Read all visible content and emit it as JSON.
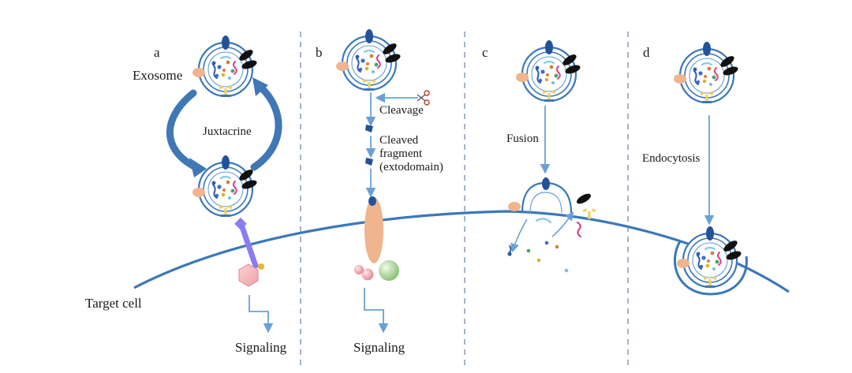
{
  "panels": [
    {
      "letter": "a",
      "labels": {
        "exosome": "Exosome",
        "juxtacrine": "Juxtacrine",
        "signaling": "Signaling"
      }
    },
    {
      "letter": "b",
      "labels": {
        "cleavage": "Cleavage",
        "fragment_l1": "Cleaved",
        "fragment_l2": "fragment",
        "fragment_l3": "(extodomain)",
        "signaling": "Signaling"
      }
    },
    {
      "letter": "c",
      "labels": {
        "fusion": "Fusion"
      }
    },
    {
      "letter": "d",
      "labels": {
        "endocytosis": "Endocytosis"
      }
    }
  ],
  "target_cell": "Target cell",
  "colors": {
    "membrane": "#3a78b8",
    "arrow": "#6aa0d8",
    "thick_arrow": "#3f78b5",
    "divider": "#7d96b6",
    "receptor_dark": "#24529a",
    "receptor_black": "#111111",
    "peach": "#f0b48e",
    "yellow_ligand": "#f2cf5a",
    "magenta": "#d9408f",
    "cyan": "#86cde6",
    "purple": "#8a7cf2",
    "hexagon": "#f4b4ba",
    "green_ball": "#b6dca0",
    "pink_ball": "#efa4aa"
  }
}
